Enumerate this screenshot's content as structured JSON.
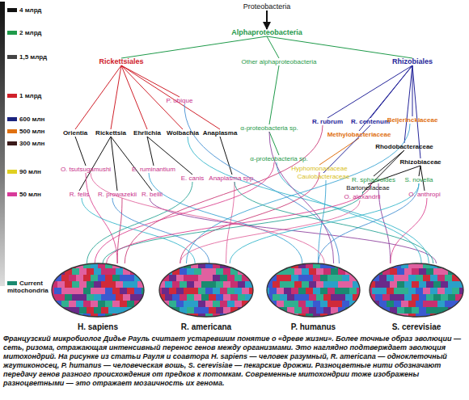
{
  "diagram": {
    "caption": "Французский микробиолог Дидье Рауль считает устаревшим понятие о «древе жизни». Более точные образ эволюции — сеть, ризома, отражающая интенсивный перенос генов между организмами. Это наглядно подтверждает эволюция митохондрий. На рисунке из статьи Рауля и соавтора H. sapiens — человек разумный, R. americana — одноклеточный жгутиконосец, P. humanus — человеческая вошь, S. cerevisiae — пекарские дрожжи. Разноцветные нити обозначают передачу генов разного происхождения от предков к потомкам. Современные митохондрии тоже изображены разноцветными — это отражает мозаичность их генома.",
    "nodes": [
      {
        "text": [
          "Proteobacteria"
        ]
      },
      {
        "text": [
          "Alphaproteobacteria"
        ]
      },
      {
        "text": [
          "Rickettsiales"
        ]
      },
      {
        "text": [
          "Other alphaproteobacteria"
        ]
      },
      {
        "text": [
          "Rhizobiales"
        ]
      },
      {
        "text": [
          "P. ubique"
        ]
      },
      {
        "text": [
          "Orientia"
        ]
      },
      {
        "text": [
          "Rickettsia"
        ]
      },
      {
        "text": [
          "Ehrlichia"
        ]
      },
      {
        "text": [
          "Wolbachia"
        ]
      },
      {
        "text": [
          "Anaplasma"
        ]
      },
      {
        "text": [
          "α-proteobacteria sp."
        ]
      },
      {
        "text": [
          "R. rubrum"
        ]
      },
      {
        "text": [
          "R. centenum"
        ]
      },
      {
        "text": [
          "Methylobacteriaceae"
        ]
      },
      {
        "text": [
          "Beijerinckiaceae"
        ]
      },
      {
        "text": [
          "Rhodobacteraceae"
        ]
      },
      {
        "text": [
          "Rhizobiaceae"
        ]
      },
      {
        "text": [
          "O. tsutsugamushi"
        ]
      },
      {
        "text": [
          "R. felis"
        ]
      },
      {
        "text": [
          "R. prowazekii"
        ]
      },
      {
        "text": [
          "E. ruminantium"
        ]
      },
      {
        "text": [
          "R. bellii"
        ]
      },
      {
        "text": [
          "E. canis"
        ]
      },
      {
        "text": [
          "Anaplasma spp."
        ]
      },
      {
        "text": [
          "α-proteobacteria sp."
        ]
      },
      {
        "text": [
          "Hyphomonadaceae"
        ]
      },
      {
        "text": [
          "Caulobacteraceae"
        ]
      },
      {
        "text": [
          "R. sphaeroides"
        ]
      },
      {
        "text": [
          "Bartonellaceae"
        ]
      },
      {
        "text": [
          "O. alexandrii"
        ]
      },
      {
        "text": [
          "S. novella"
        ]
      },
      {
        "text": [
          "O. anthropi"
        ]
      },
      {
        "text": [
          "H. sapiens"
        ]
      },
      {
        "text": [
          "R. americana"
        ]
      },
      {
        "text": [
          "P. humanus"
        ]
      },
      {
        "text": [
          "S. cerevisiae"
        ]
      }
    ],
    "edges": [
      {
        "from": 0,
        "to": 1,
        "arrow": "to"
      },
      {
        "from": 1,
        "to": 2,
        "arrow": "none"
      },
      {
        "from": 1,
        "to": 3,
        "arrow": "none"
      },
      {
        "from": 1,
        "to": 4,
        "arrow": "none"
      },
      {
        "from": 2,
        "to": 5,
        "arrow": "none"
      },
      {
        "from": 2,
        "to": 6,
        "arrow": "none"
      },
      {
        "from": 2,
        "to": 7,
        "arrow": "none"
      },
      {
        "from": 2,
        "to": 8,
        "arrow": "none"
      },
      {
        "from": 2,
        "to": 9,
        "arrow": "none"
      },
      {
        "from": 2,
        "to": 10,
        "arrow": "none"
      },
      {
        "from": 3,
        "to": 11,
        "arrow": "none"
      },
      {
        "from": 4,
        "to": 12,
        "arrow": "none"
      },
      {
        "from": 4,
        "to": 13,
        "arrow": "none"
      },
      {
        "from": 4,
        "to": 14,
        "arrow": "none"
      },
      {
        "from": 4,
        "to": 15,
        "arrow": "none"
      },
      {
        "from": 4,
        "to": 16,
        "arrow": "none"
      },
      {
        "from": 4,
        "to": 17,
        "arrow": "none"
      },
      {
        "from": 6,
        "to": 18,
        "arrow": "none"
      },
      {
        "from": 7,
        "to": 19,
        "arrow": "none"
      },
      {
        "from": 7,
        "to": 20,
        "arrow": "none"
      },
      {
        "from": 7,
        "to": 22,
        "arrow": "none"
      },
      {
        "from": 8,
        "to": 21,
        "arrow": "none"
      },
      {
        "from": 8,
        "to": 23,
        "arrow": "none"
      },
      {
        "from": 10,
        "to": 24,
        "arrow": "none"
      },
      {
        "from": 11,
        "to": 25,
        "arrow": "none"
      },
      {
        "from": 14,
        "to": 26,
        "arrow": "none"
      },
      {
        "from": 13,
        "to": 27,
        "arrow": "none"
      },
      {
        "from": 16,
        "to": 28,
        "arrow": "none"
      },
      {
        "from": 17,
        "to": 29,
        "arrow": "none"
      },
      {
        "from": 16,
        "to": 30,
        "arrow": "none"
      },
      {
        "from": 17,
        "to": 31,
        "arrow": "none"
      },
      {
        "from": 17,
        "to": 32,
        "arrow": "none"
      },
      {
        "from": 18,
        "to": 33,
        "arrow": "none"
      },
      {
        "from": 19,
        "to": 34,
        "arrow": "none"
      },
      {
        "from": 20,
        "to": 33,
        "arrow": "none"
      },
      {
        "from": 21,
        "to": 35,
        "arrow": "none"
      },
      {
        "from": 22,
        "to": 36,
        "arrow": "none"
      },
      {
        "from": 23,
        "to": 33,
        "arrow": "none"
      },
      {
        "from": 24,
        "to": 34,
        "arrow": "none"
      },
      {
        "from": 5,
        "to": 35,
        "arrow": "none"
      },
      {
        "from": 25,
        "to": 33,
        "arrow": "none"
      },
      {
        "from": 25,
        "to": 36,
        "arrow": "none"
      },
      {
        "from": 26,
        "to": 34,
        "arrow": "none"
      },
      {
        "from": 27,
        "to": 35,
        "arrow": "none"
      },
      {
        "from": 28,
        "to": 36,
        "arrow": "none"
      },
      {
        "from": 29,
        "to": 33,
        "arrow": "none"
      },
      {
        "from": 30,
        "to": 34,
        "arrow": "none"
      },
      {
        "from": 31,
        "to": 35,
        "arrow": "none"
      },
      {
        "from": 32,
        "to": 36,
        "arrow": "none"
      },
      {
        "from": 9,
        "to": 36,
        "arrow": "none"
      },
      {
        "from": 12,
        "to": 33,
        "arrow": "none"
      },
      {
        "from": 15,
        "to": 34,
        "arrow": "none"
      },
      {
        "from": 11,
        "to": 35,
        "arrow": "none"
      },
      {
        "from": 24,
        "to": 36,
        "arrow": "none"
      },
      {
        "from": 18,
        "to": 35,
        "arrow": "none"
      },
      {
        "from": 20,
        "to": 34,
        "arrow": "none"
      },
      {
        "from": 28,
        "to": 33,
        "arrow": "none"
      },
      {
        "from": 31,
        "to": 34,
        "arrow": "none"
      }
    ],
    "legend": [
      {
        "text": "4 млрд",
        "color": "#111111"
      },
      {
        "text": "2 млрд",
        "color": "#1f9a4a"
      },
      {
        "text": "1,5 млрд",
        "color": "#444444"
      },
      {
        "text": "1 млрд",
        "color": "#d0202a"
      },
      {
        "text": "600 млн",
        "color": "#1a237e"
      },
      {
        "text": "500 млн",
        "color": "#e07010"
      },
      {
        "text": "300 млн",
        "color": "#3a1a1a"
      },
      {
        "text": "90 млн",
        "color": "#e0d020"
      },
      {
        "text": "50 млн",
        "color": "#d83a9a"
      },
      {
        "text": "Current mitochondria",
        "color": "#1a8a70"
      }
    ]
  }
}
